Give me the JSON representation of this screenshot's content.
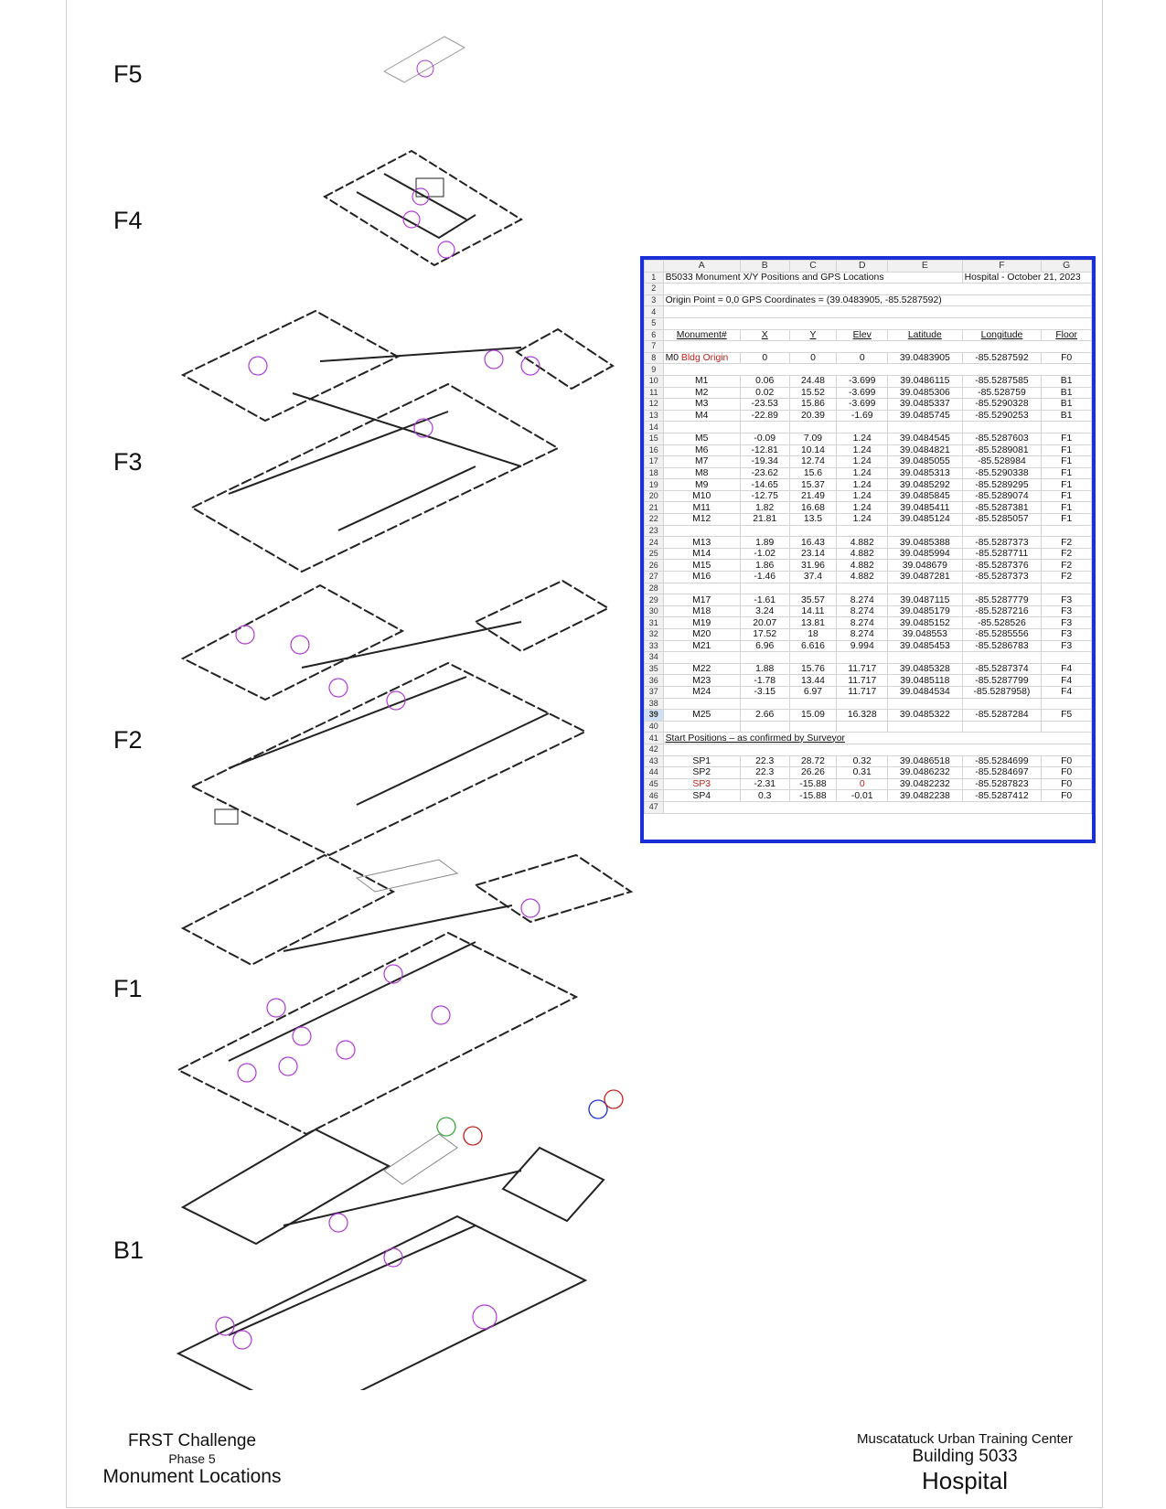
{
  "floors": [
    "F5",
    "F4",
    "F3",
    "F2",
    "F1",
    "B1"
  ],
  "spreadsheet": {
    "col_headers": [
      "A",
      "B",
      "C",
      "D",
      "E",
      "F",
      "G"
    ],
    "title": "B5033 Monument X/Y Positions and GPS Locations",
    "subtitle_right": "Hospital  -  October 21, 2023",
    "origin_line": "Origin Point = 0,0    GPS Coordinates = (39.0483905, -85.5287592)",
    "headers": [
      "Monument#",
      "X",
      "Y",
      "Elev",
      "Latitude",
      "Longitude",
      "Floor"
    ],
    "origin_row": {
      "label": "M0",
      "label_red": "Bldg Origin",
      "x": "0",
      "y": "0",
      "elev": "0",
      "lat": "39.0483905",
      "lon": "-85.5287592",
      "floor": "F0"
    },
    "rows": [
      {
        "n": "10",
        "m": "M1",
        "x": "0.06",
        "y": "24.48",
        "e": "-3.699",
        "lat": "39.0486115",
        "lon": "-85.5287585",
        "f": "B1"
      },
      {
        "n": "11",
        "m": "M2",
        "x": "0.02",
        "y": "15.52",
        "e": "-3.699",
        "lat": "39.0485306",
        "lon": "-85.528759",
        "f": "B1"
      },
      {
        "n": "12",
        "m": "M3",
        "x": "-23.53",
        "y": "15.86",
        "e": "-3.699",
        "lat": "39.0485337",
        "lon": "-85.5290328",
        "f": "B1"
      },
      {
        "n": "13",
        "m": "M4",
        "x": "-22.89",
        "y": "20.39",
        "e": "-1.69",
        "lat": "39.0485745",
        "lon": "-85.5290253",
        "f": "B1"
      },
      {
        "n": "14"
      },
      {
        "n": "15",
        "m": "M5",
        "x": "-0.09",
        "y": "7.09",
        "e": "1.24",
        "lat": "39.0484545",
        "lon": "-85.5287603",
        "f": "F1"
      },
      {
        "n": "16",
        "m": "M6",
        "x": "-12.81",
        "y": "10.14",
        "e": "1.24",
        "lat": "39.0484821",
        "lon": "-85.5289081",
        "f": "F1"
      },
      {
        "n": "17",
        "m": "M7",
        "x": "-19.34",
        "y": "12.74",
        "e": "1.24",
        "lat": "39.0485055",
        "lon": "-85.528984",
        "f": "F1"
      },
      {
        "n": "18",
        "m": "M8",
        "x": "-23.62",
        "y": "15.6",
        "e": "1.24",
        "lat": "39.0485313",
        "lon": "-85.5290338",
        "f": "F1"
      },
      {
        "n": "19",
        "m": "M9",
        "x": "-14.65",
        "y": "15.37",
        "e": "1.24",
        "lat": "39.0485292",
        "lon": "-85.5289295",
        "f": "F1"
      },
      {
        "n": "20",
        "m": "M10",
        "x": "-12.75",
        "y": "21.49",
        "e": "1.24",
        "lat": "39.0485845",
        "lon": "-85.5289074",
        "f": "F1"
      },
      {
        "n": "21",
        "m": "M11",
        "x": "1.82",
        "y": "16.68",
        "e": "1.24",
        "lat": "39.0485411",
        "lon": "-85.5287381",
        "f": "F1"
      },
      {
        "n": "22",
        "m": "M12",
        "x": "21.81",
        "y": "13.5",
        "e": "1.24",
        "lat": "39.0485124",
        "lon": "-85.5285057",
        "f": "F1"
      },
      {
        "n": "23"
      },
      {
        "n": "24",
        "m": "M13",
        "x": "1.89",
        "y": "16.43",
        "e": "4.882",
        "lat": "39.0485388",
        "lon": "-85.5287373",
        "f": "F2"
      },
      {
        "n": "25",
        "m": "M14",
        "x": "-1.02",
        "y": "23.14",
        "e": "4.882",
        "lat": "39.0485994",
        "lon": "-85.5287711",
        "f": "F2"
      },
      {
        "n": "26",
        "m": "M15",
        "x": "1.86",
        "y": "31.96",
        "e": "4.882",
        "lat": "39.048679",
        "lon": "-85.5287376",
        "f": "F2"
      },
      {
        "n": "27",
        "m": "M16",
        "x": "-1.46",
        "y": "37.4",
        "e": "4.882",
        "lat": "39.0487281",
        "lon": "-85.5287373",
        "f": "F2"
      },
      {
        "n": "28"
      },
      {
        "n": "29",
        "m": "M17",
        "x": "-1.61",
        "y": "35.57",
        "e": "8.274",
        "lat": "39.0487115",
        "lon": "-85.5287779",
        "f": "F3"
      },
      {
        "n": "30",
        "m": "M18",
        "x": "3.24",
        "y": "14.11",
        "e": "8.274",
        "lat": "39.0485179",
        "lon": "-85.5287216",
        "f": "F3"
      },
      {
        "n": "31",
        "m": "M19",
        "x": "20.07",
        "y": "13.81",
        "e": "8.274",
        "lat": "39.0485152",
        "lon": "-85.528526",
        "f": "F3"
      },
      {
        "n": "32",
        "m": "M20",
        "x": "17.52",
        "y": "18",
        "e": "8.274",
        "lat": "39.048553",
        "lon": "-85.5285556",
        "f": "F3"
      },
      {
        "n": "33",
        "m": "M21",
        "x": "6.96",
        "y": "6.616",
        "e": "9.994",
        "lat": "39.0485453",
        "lon": "-85.5286783",
        "f": "F3"
      },
      {
        "n": "34"
      },
      {
        "n": "35",
        "m": "M22",
        "x": "1.88",
        "y": "15.76",
        "e": "11.717",
        "lat": "39.0485328",
        "lon": "-85.5287374",
        "f": "F4"
      },
      {
        "n": "36",
        "m": "M23",
        "x": "-1.78",
        "y": "13.44",
        "e": "11.717",
        "lat": "39.0485118",
        "lon": "-85.5287799",
        "f": "F4"
      },
      {
        "n": "37",
        "m": "M24",
        "x": "-3.15",
        "y": "6.97",
        "e": "11.717",
        "lat": "39.0484534",
        "lon": "-85.5287958)",
        "f": "F4"
      },
      {
        "n": "38"
      },
      {
        "n": "39",
        "m": "M25",
        "x": "2.66",
        "y": "15.09",
        "e": "16.328",
        "lat": "39.0485322",
        "lon": "-85.5287284",
        "f": "F5",
        "sel": true
      },
      {
        "n": "40"
      }
    ],
    "start_title": "Start Positions – as confirmed by Surveyor",
    "start_rows": [
      {
        "n": "43",
        "m": "SP1",
        "x": "22.3",
        "y": "28.72",
        "e": "0.32",
        "lat": "39.0486518",
        "lon": "-85.5284699",
        "f": "F0"
      },
      {
        "n": "44",
        "m": "SP2",
        "x": "22.3",
        "y": "26.26",
        "e": "0.31",
        "lat": "39.0486232",
        "lon": "-85.5284697",
        "f": "F0"
      },
      {
        "n": "45",
        "m": "SP3",
        "x": "-2.31",
        "y": "-15.88",
        "e": "0",
        "lat": "39.0482232",
        "lon": "-85.5287823",
        "f": "F0",
        "red": true
      },
      {
        "n": "46",
        "m": "SP4",
        "x": "0.3",
        "y": "-15.88",
        "e": "-0.01",
        "lat": "39.0482238",
        "lon": "-85.5287412",
        "f": "F0"
      }
    ]
  },
  "footer_left": {
    "line1": "FRST Challenge",
    "line2": "Phase 5",
    "line3": "Monument Locations"
  },
  "footer_right": {
    "line1": "Muscatatuck Urban Training Center",
    "line2": "Building 5033",
    "line3": "Hospital"
  },
  "colors": {
    "frame": "#1a2fd6",
    "marker": "#b13ad6",
    "red": "#c0201a"
  }
}
